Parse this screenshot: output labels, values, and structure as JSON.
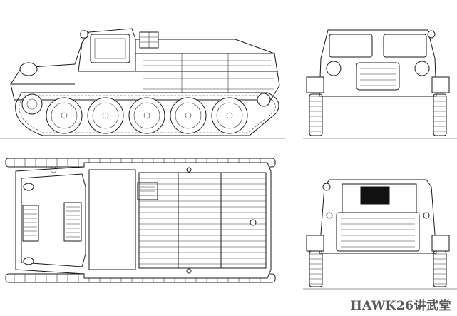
{
  "watermark": "HAWK26讲武堂",
  "colors": {
    "line": "#1a1a1a",
    "background": "#ffffff",
    "watermark": "#5a5a5a"
  },
  "views": [
    "side-view",
    "front-view",
    "top-view",
    "rear-view"
  ]
}
